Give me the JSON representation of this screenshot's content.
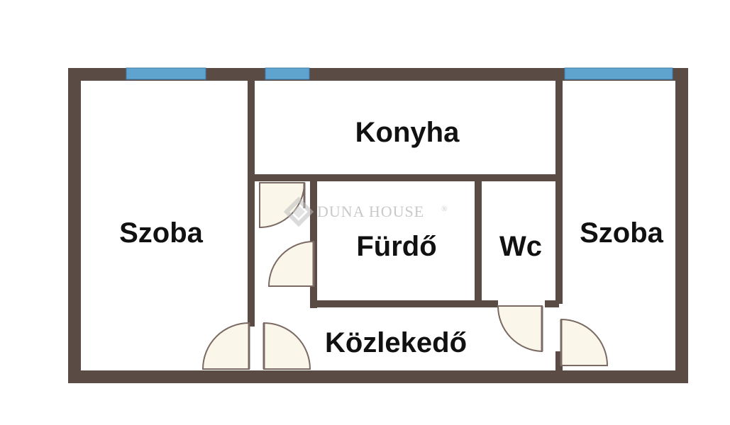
{
  "rooms": {
    "left_room": "Szoba",
    "kitchen": "Konyha",
    "bathroom": "Fürdő",
    "wc": "Wc",
    "right_room": "Szoba",
    "hallway": "Közlekedő"
  },
  "watermark": {
    "text": "DUNA HOUSE",
    "mark": "®"
  },
  "colors": {
    "wall": "#5b4b45",
    "window": "#5fa3cf",
    "door_fill": "#faf6ea",
    "door_stroke": "#7a6a63",
    "watermark": "#c9c9c9"
  }
}
